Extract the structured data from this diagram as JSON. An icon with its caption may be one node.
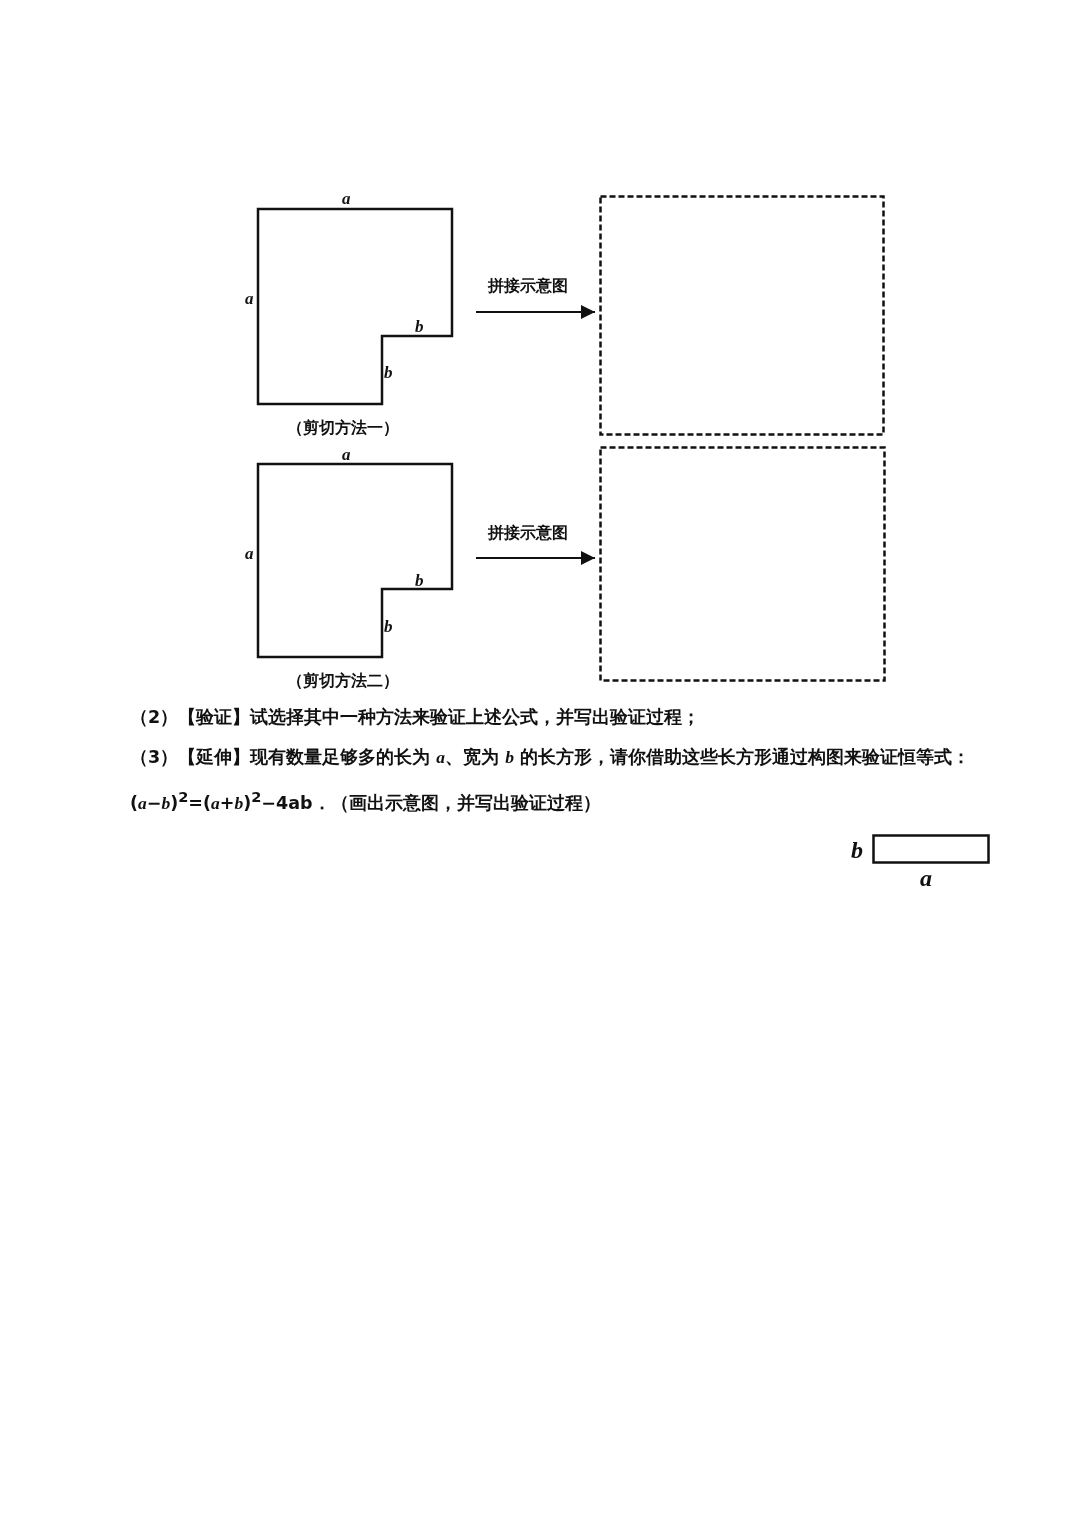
{
  "diagram": {
    "nodes": [
      {
        "text": [],
        "shape": "polygon",
        "beside": [
          "（剪切方法一）"
        ]
      },
      {
        "text": [],
        "shape": "box"
      },
      {
        "text": [],
        "shape": "polygon",
        "beside": [
          "（剪切方法二）"
        ]
      },
      {
        "text": [],
        "shape": "box"
      },
      {
        "text": [],
        "shape": "box"
      }
    ],
    "edges": [
      {
        "from": 0,
        "to": 1,
        "arrow": "to",
        "label": "拼接示意图"
      },
      {
        "from": 2,
        "to": 3,
        "arrow": "to",
        "label": "拼接示意图"
      }
    ],
    "labels": [
      "a",
      "a",
      "b",
      "b",
      "a",
      "a",
      "b",
      "b",
      "（2）【验证】试选择其中一种方法来验证上述公式，并写出验证过程；",
      "（3）【延伸】现有数量足够多的长为 *a*、宽为 *b* 的长方形，请你借助这些长方形通过构图来验证恒等式：(*a*−*b*)$^{2}$=(*a*+*b*)$^{2}$−4ab．（画出示意图，并写出验证过程）",
      "b",
      "a"
    ]
  }
}
